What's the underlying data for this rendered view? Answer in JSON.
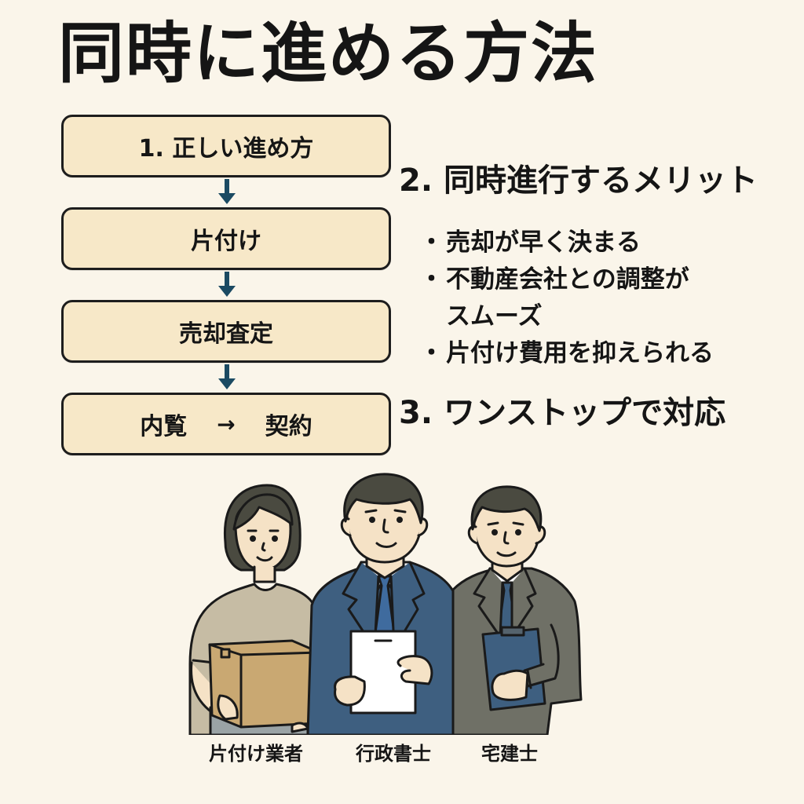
{
  "title": "同時に進める方法",
  "flow": {
    "steps": [
      {
        "label": "1. 正しい進め方"
      },
      {
        "label": "片付け"
      },
      {
        "label": "売却査定"
      },
      {
        "label_left": "内覧",
        "arrow": "→",
        "label_right": "契約"
      }
    ]
  },
  "section2": {
    "heading": "2. 同時進行するメリット",
    "bullets": [
      "売却が早く決まる",
      "不動産会社との調整が",
      "片付け費用を抑えられる"
    ],
    "bullet2_continuation": "スムーズ"
  },
  "section3": {
    "heading": "3. ワンストップで対応"
  },
  "roles": [
    {
      "label": "片付け業者",
      "icon": "woman-with-box-icon"
    },
    {
      "label": "行政書士",
      "icon": "man-with-document-icon"
    },
    {
      "label": "宅建士",
      "icon": "man-with-clipboard-icon"
    }
  ],
  "colors": {
    "background": "#faf5ea",
    "box_fill": "#f7e8c8",
    "box_border": "#1d1d1d",
    "arrow": "#1b4a62",
    "text": "#151515",
    "navy_suit": "#3e5f80",
    "gray_suit": "#6f7066",
    "shirt_beige": "#c6bca4",
    "cardboard": "#c9a872",
    "skin": "#f5e2c6",
    "hair": "#4a4a40"
  }
}
